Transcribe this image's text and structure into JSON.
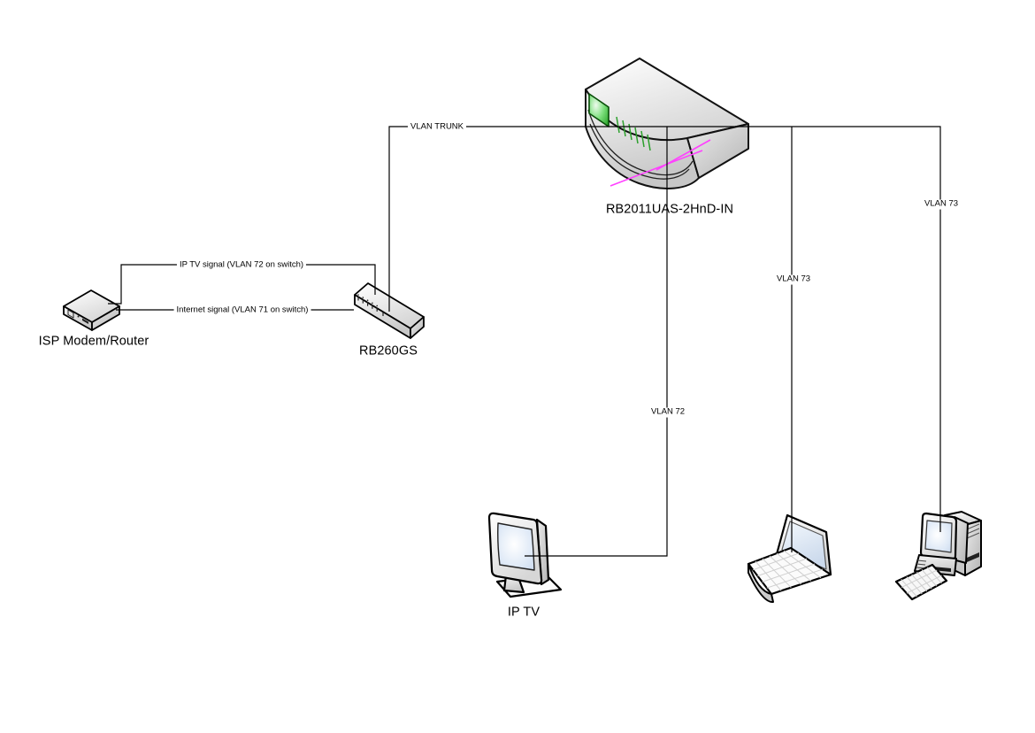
{
  "devices": {
    "modem": {
      "label": "ISP Modem/Router",
      "icon": "modem-icon"
    },
    "switch": {
      "label": "RB260GS",
      "icon": "switch-icon"
    },
    "router": {
      "label": "RB2011UAS-2HnD-IN",
      "icon": "router-icon"
    },
    "iptv": {
      "label": "IP TV",
      "icon": "tv-icon"
    },
    "laptop": {
      "icon": "laptop-icon"
    },
    "desktop": {
      "icon": "desktop-pc-icon"
    }
  },
  "links": {
    "trunk": {
      "label": "VLAN TRUNK"
    },
    "iptv_signal": {
      "label": "IP TV signal (VLAN 72 on switch)"
    },
    "internet_signal": {
      "label": "Internet signal (VLAN 71 on switch)"
    },
    "vlan72_iptv": {
      "label": "VLAN 72"
    },
    "vlan73_laptop": {
      "label": "VLAN 73"
    },
    "vlan73_desktop": {
      "label": "VLAN 73"
    }
  },
  "colors": {
    "line": "#000000",
    "text": "#000000",
    "background": "#ffffff",
    "router_led_green": "#2db82d",
    "router_magenta": "#ff40ff",
    "screen_blue": "#d8e4f4",
    "device_gray": "#d9d9d9"
  }
}
